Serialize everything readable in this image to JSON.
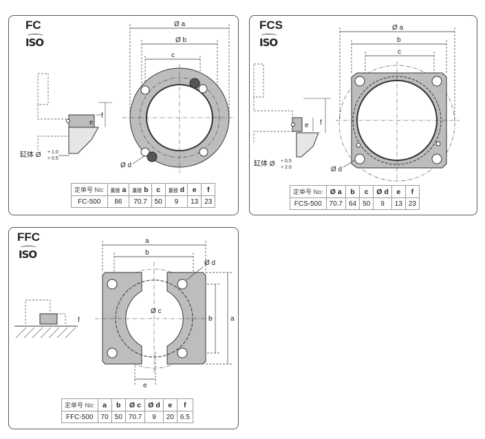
{
  "logo_text": "ISO",
  "fc": {
    "title": "FC",
    "labels": {
      "a": "Ø a",
      "b": "Ø b",
      "c": "c",
      "d": "Ø d",
      "e": "e",
      "f": "f",
      "cyl": "缸体 Ø",
      "tol_up": "+ 1.0",
      "tol_dn": "+ 0.5"
    },
    "table": {
      "headers": [
        "定单号 No:",
        "a",
        "b",
        "c",
        "d",
        "e",
        "f"
      ],
      "prefix": "直径",
      "row": [
        "FC-500",
        "86",
        "70.7",
        "50",
        "9",
        "13",
        "23"
      ]
    }
  },
  "fcs": {
    "title": "FCS",
    "labels": {
      "a": "Ø a",
      "b": "b",
      "c": "c",
      "d": "Ø d",
      "e": "e",
      "f": "f",
      "cyl": "缸体 Ø",
      "tol_up": "+ 0.5",
      "tol_dn": "+ 2.0"
    },
    "table": {
      "headers": [
        "定单号 No:",
        "Ø a",
        "b",
        "c",
        "Ø d",
        "e",
        "f"
      ],
      "row": [
        "FCS-500",
        "70.7",
        "64",
        "50",
        "9",
        "13",
        "23"
      ]
    }
  },
  "ffc": {
    "title": "FFC",
    "labels": {
      "a": "a",
      "b": "b",
      "c": "Ø c",
      "d": "Ø d",
      "e": "e",
      "f": "f",
      "a2": "a",
      "b2": "b"
    },
    "table": {
      "headers": [
        "定单号 No:",
        "a",
        "b",
        "Ø c",
        "Ø d",
        "e",
        "f"
      ],
      "row": [
        "FFC-500",
        "70",
        "50",
        "70.7",
        "9",
        "20",
        "6.5"
      ]
    }
  }
}
